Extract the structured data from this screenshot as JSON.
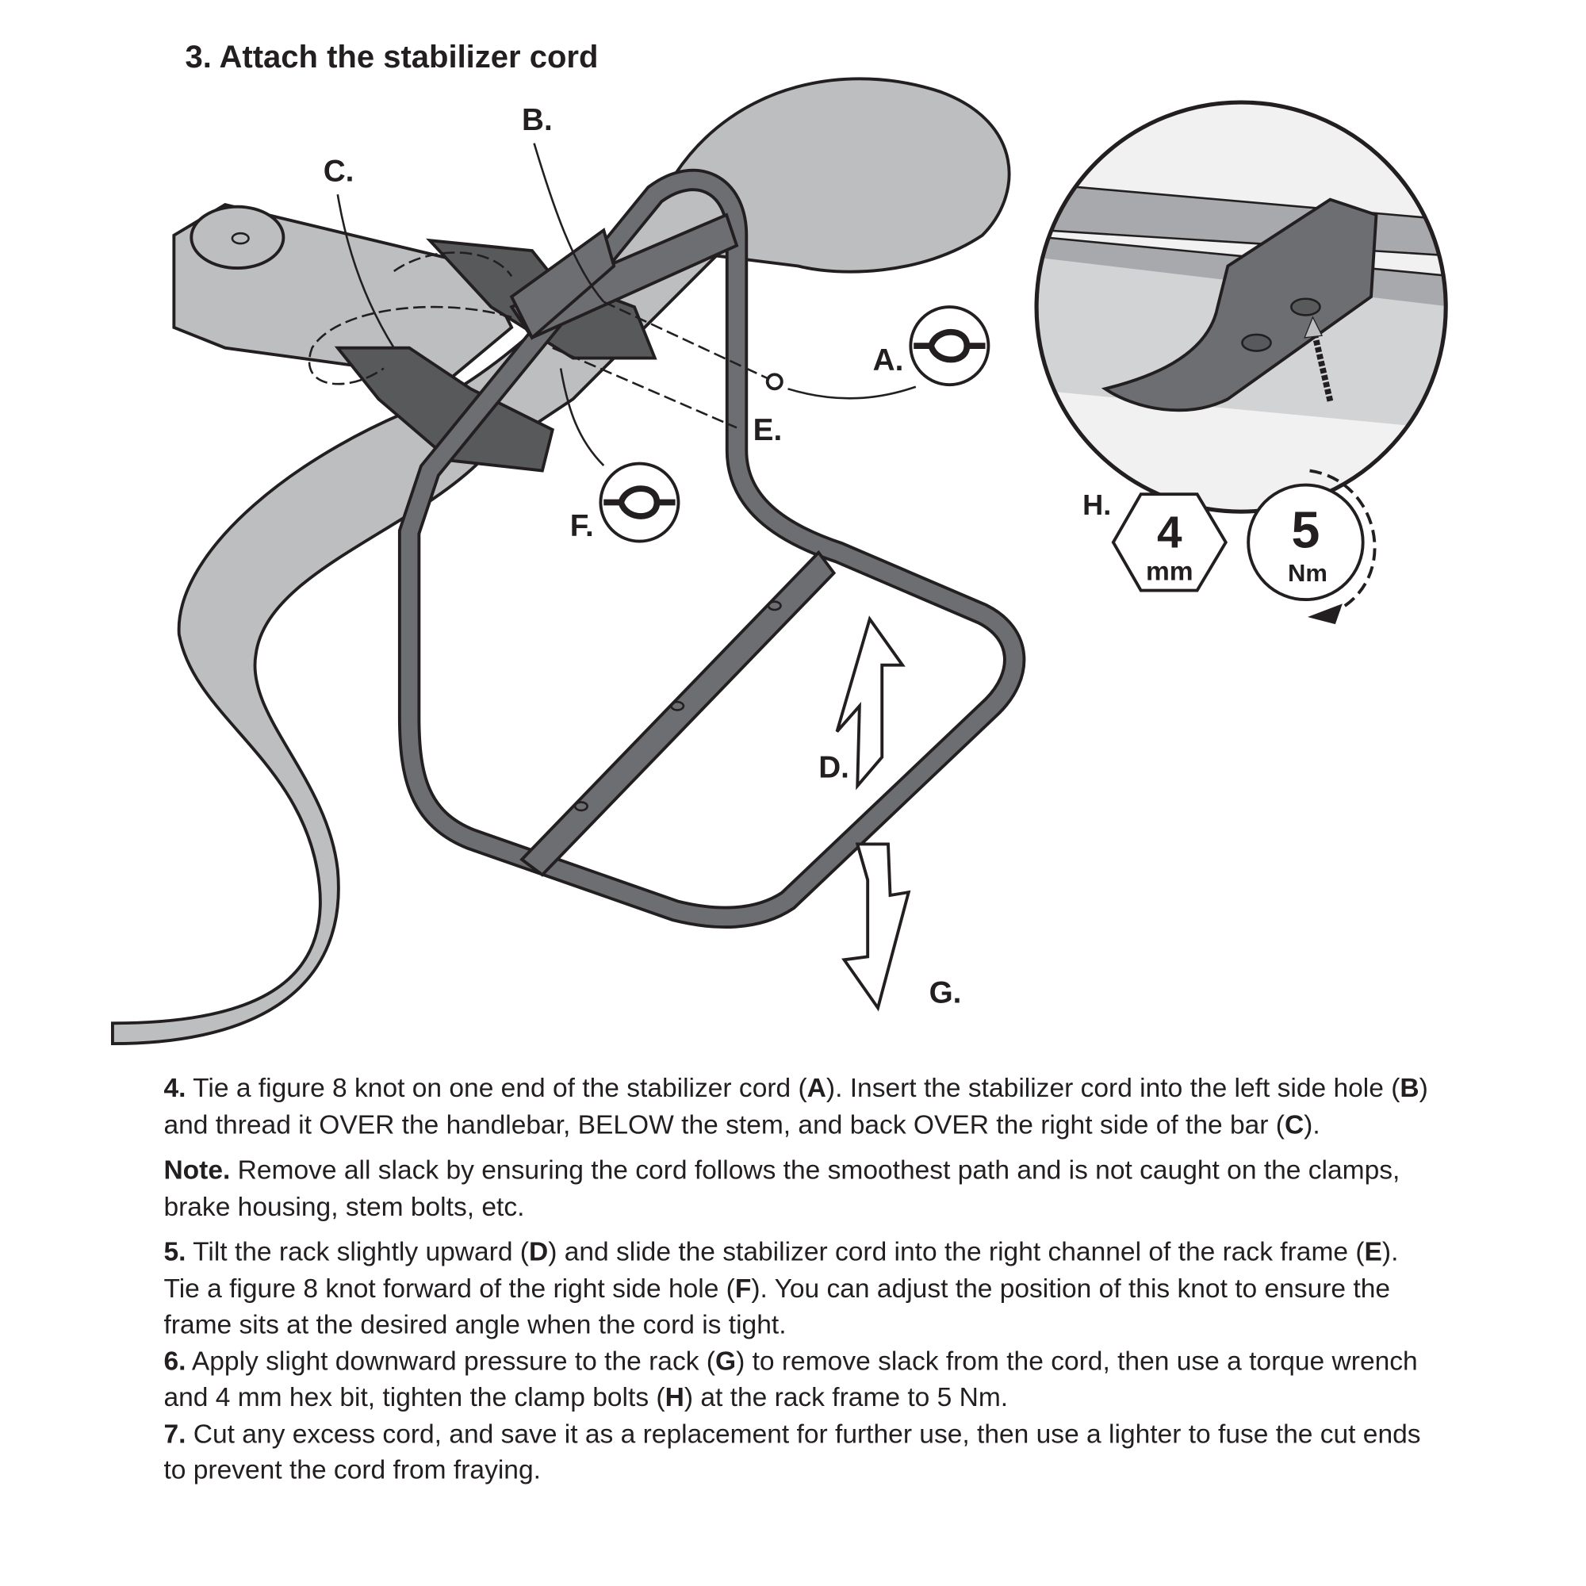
{
  "title": "3. Attach the stabilizer cord",
  "labels": {
    "a": "A.",
    "b": "B.",
    "c": "C.",
    "d": "D.",
    "e": "E.",
    "f": "F.",
    "g": "G.",
    "h": "H."
  },
  "hex_bit": {
    "value": "4",
    "unit": "mm"
  },
  "torque": {
    "value": "5",
    "unit": "Nm"
  },
  "steps": {
    "s4": {
      "num": "4.",
      "t1": " Tie a figure 8 knot on one end of the stabilizer cord (",
      "r1": "A",
      "t2": "). Insert the stabilizer cord into the left side hole (",
      "r2": "B",
      "t3": ") and thread it OVER the handlebar, BELOW the stem, and back OVER the right side of the bar (",
      "r3": "C",
      "t4": ")."
    },
    "note": {
      "num": "Note.",
      "t1": " Remove all slack by ensuring the cord follows the smoothest path and is not caught on the clamps, brake housing, stem bolts, etc."
    },
    "s5": {
      "num": "5.",
      "t1": " Tilt the rack slightly upward (",
      "r1": "D",
      "t2": ") and slide the stabilizer cord into the right channel of the rack frame (",
      "r2": "E",
      "t3": "). Tie a figure 8 knot forward of the right side hole (",
      "r3": "F",
      "t4": "). You can adjust the position of this knot to ensure the frame sits at the desired angle when the cord is tight."
    },
    "s6": {
      "num": "6.",
      "t1": " Apply slight downward pressure to the rack (",
      "r1": "G",
      "t2": ") to remove slack from the cord, then use a torque wrench and 4 mm hex bit, tighten the clamp bolts (",
      "r2": "H",
      "t3": ") at the rack frame to 5 Nm."
    },
    "s7": {
      "num": "7.",
      "t1": " Cut any excess cord, and save it as a replacement for further use, then use a lighter to fuse the cut ends to prevent the cord from fraying."
    }
  },
  "colors": {
    "bar": "#bcbec0",
    "rack": "#6d6e71",
    "clamp": "#58595b",
    "text": "#231f20"
  }
}
